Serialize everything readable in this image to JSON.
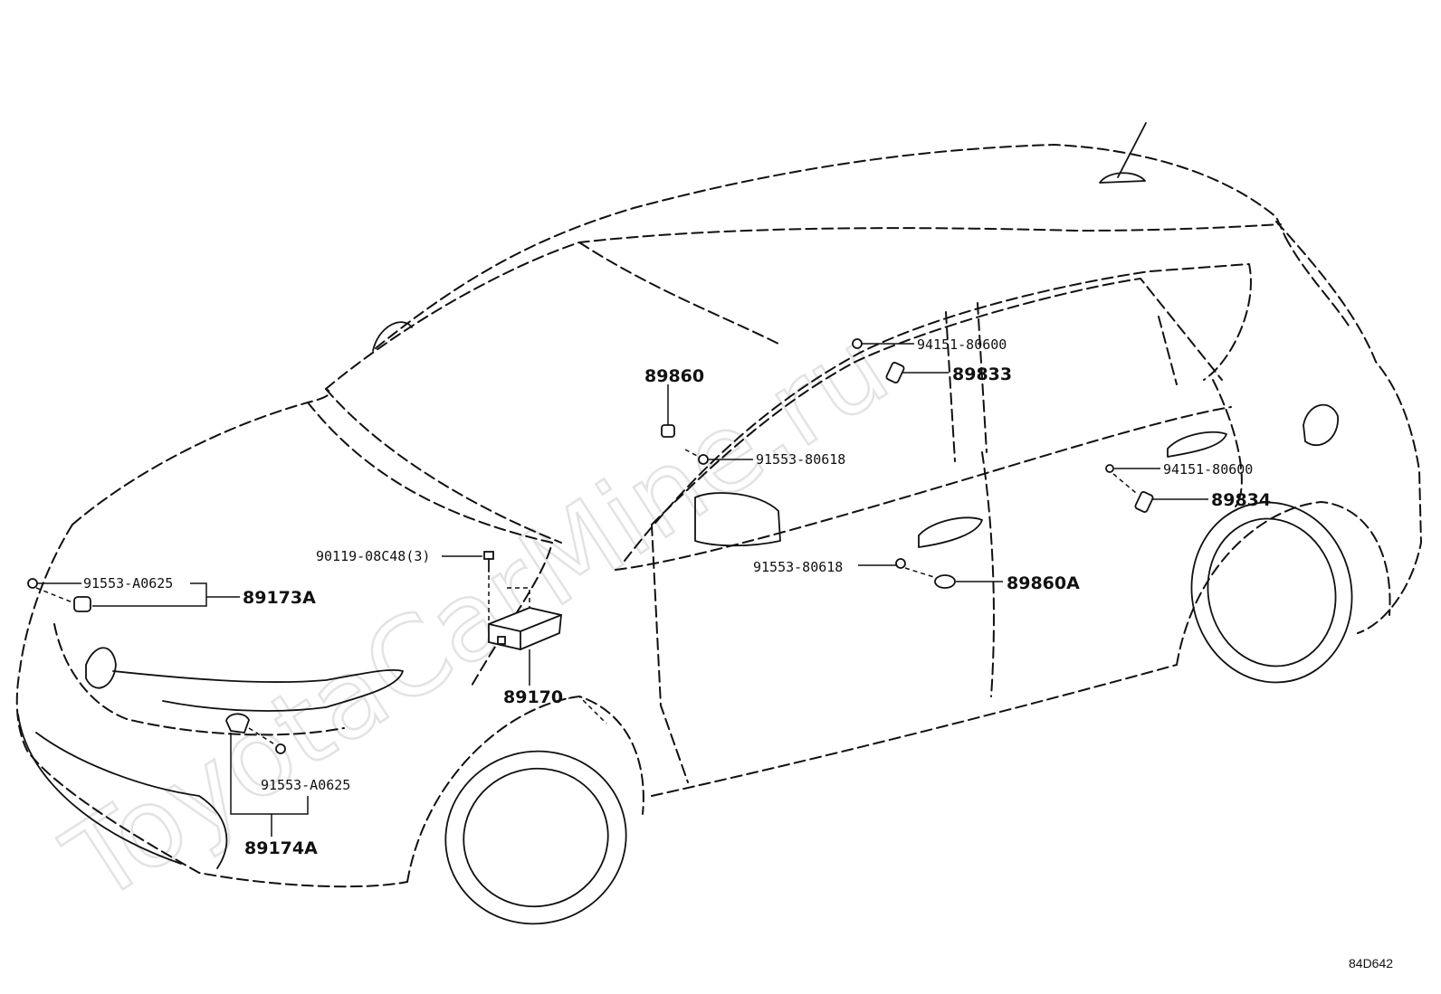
{
  "watermark": "ToyotaCarMine.ru",
  "diagram_code": "84D642",
  "callouts": {
    "c_941_top": "94151-80600",
    "c_89833": "89833",
    "c_89860": "89860",
    "c_915_80618_top": "91553-80618",
    "c_941_right": "94151-80600",
    "c_89834": "89834",
    "c_90119": "90119-08C48(3)",
    "c_915_80618_mid": "91553-80618",
    "c_89860A": "89860A",
    "c_915_A0625_left": "91553-A0625",
    "c_89173A": "89173A",
    "c_89170": "89170",
    "c_915_A0625_bottom": "91553-A0625",
    "c_89174A": "89174A"
  }
}
